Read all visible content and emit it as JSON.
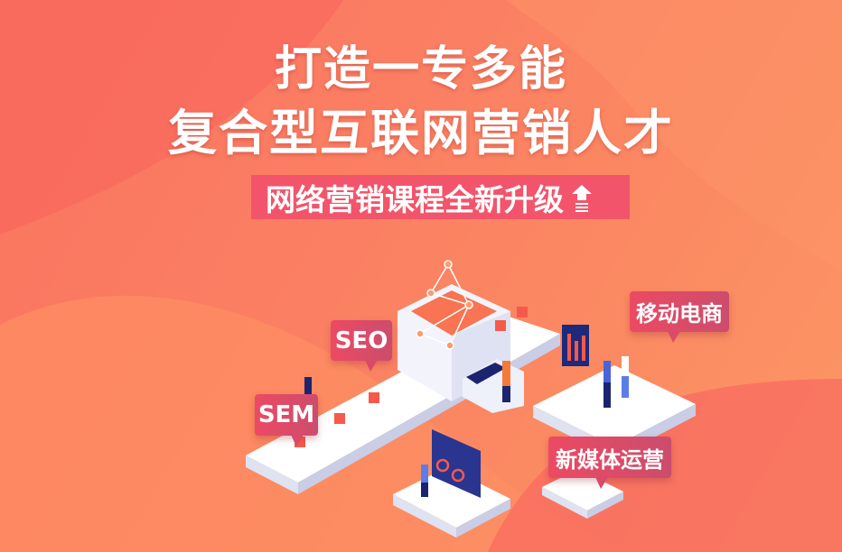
{
  "headline": {
    "line1": "打造一专多能",
    "line2": "复合型互联网营销人才"
  },
  "tag": {
    "label": "网络营销课程全新升级",
    "icon": "upgrade-arrow-icon"
  },
  "bubbles": {
    "seo": "SEO",
    "sem": "SEM",
    "mobile_ecommerce": "移动电商",
    "new_media": "新媒体运营"
  },
  "colors": {
    "tag_bg": "#f2556b",
    "bubble": "#e04a65",
    "background": "#fb7f63"
  }
}
